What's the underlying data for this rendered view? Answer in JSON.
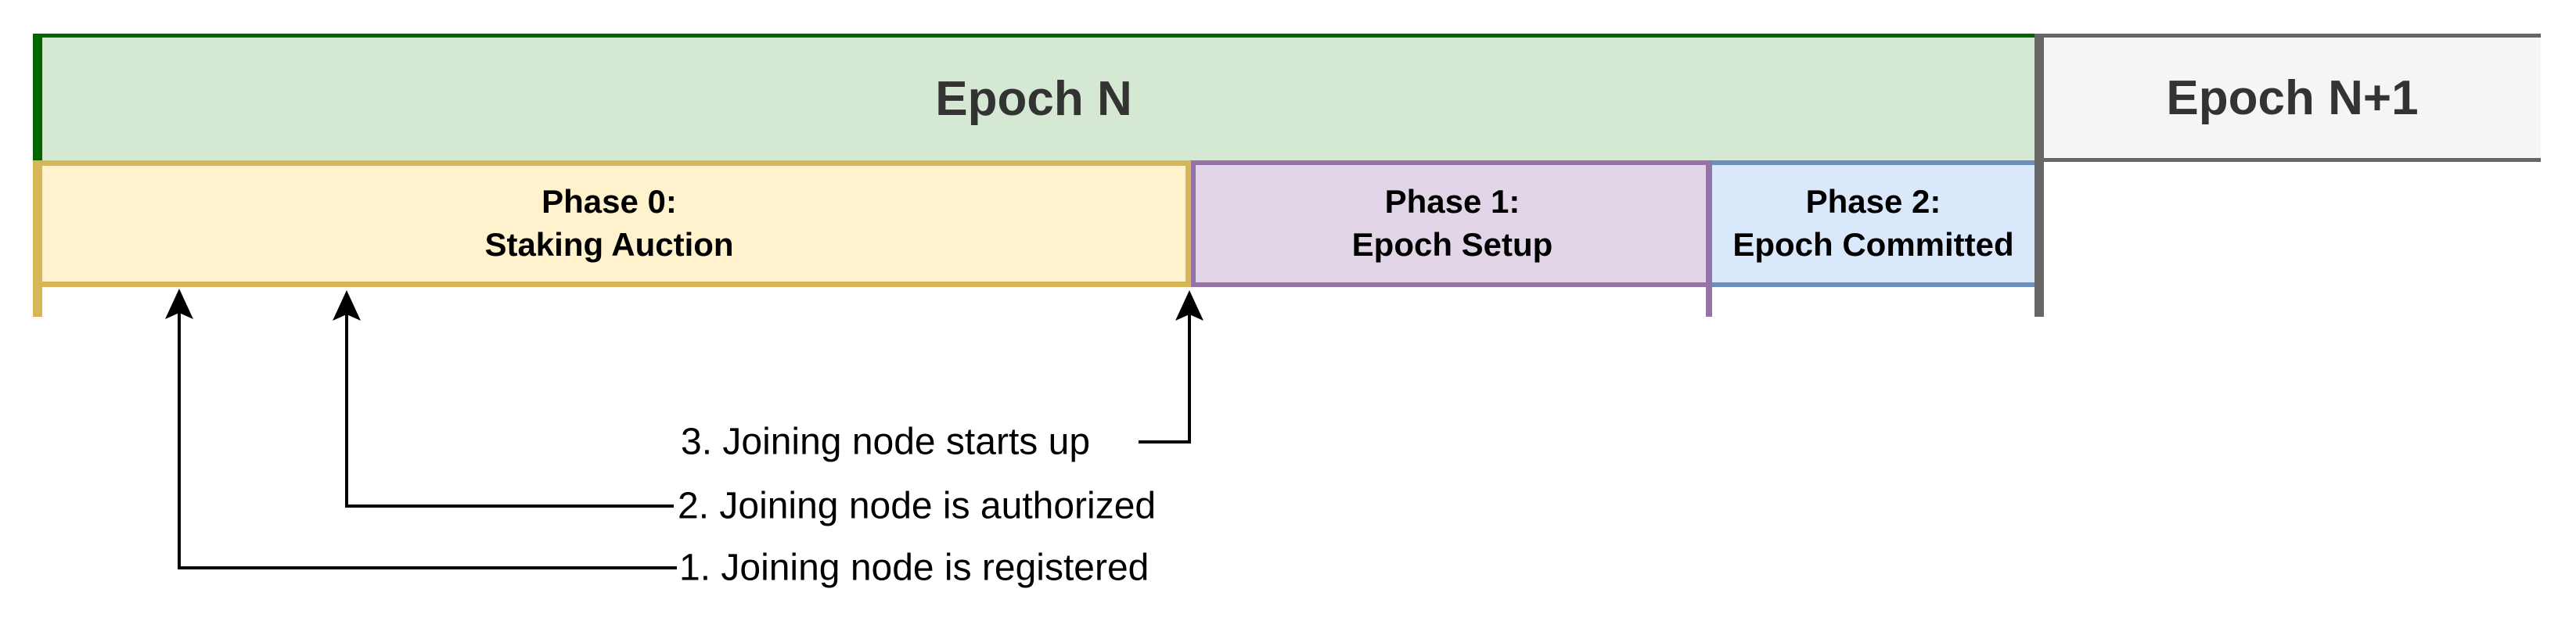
{
  "epochs": [
    {
      "label": "Epoch N"
    },
    {
      "label": "Epoch N+1"
    }
  ],
  "phases": [
    {
      "line1": "Phase 0:",
      "line2": "Staking Auction"
    },
    {
      "line1": "Phase 1:",
      "line2": "Epoch Setup"
    },
    {
      "line1": "Phase 2:",
      "line2": "Epoch Committed"
    }
  ],
  "events": [
    {
      "label": "1. Joining node is registered"
    },
    {
      "label": "2. Joining node is authorized"
    },
    {
      "label": "3. Joining node starts up"
    }
  ],
  "colors": {
    "epoch-n-fill": "#d5e8d4",
    "epoch-n-stroke": "#006600",
    "phase0-fill": "#fff2cc",
    "phase0-stroke": "#d6b656",
    "phase1-fill": "#e1d5e7",
    "phase1-stroke": "#9673a6",
    "phase2-fill": "#dae8fc",
    "phase2-stroke": "#6c8ebf",
    "epoch-n1-fill": "#f5f5f5",
    "epoch-n1-stroke": "#666666",
    "arrow": "#000000",
    "epoch-text": "#333333",
    "phase-text": "#000000",
    "background": "#ffffff"
  }
}
